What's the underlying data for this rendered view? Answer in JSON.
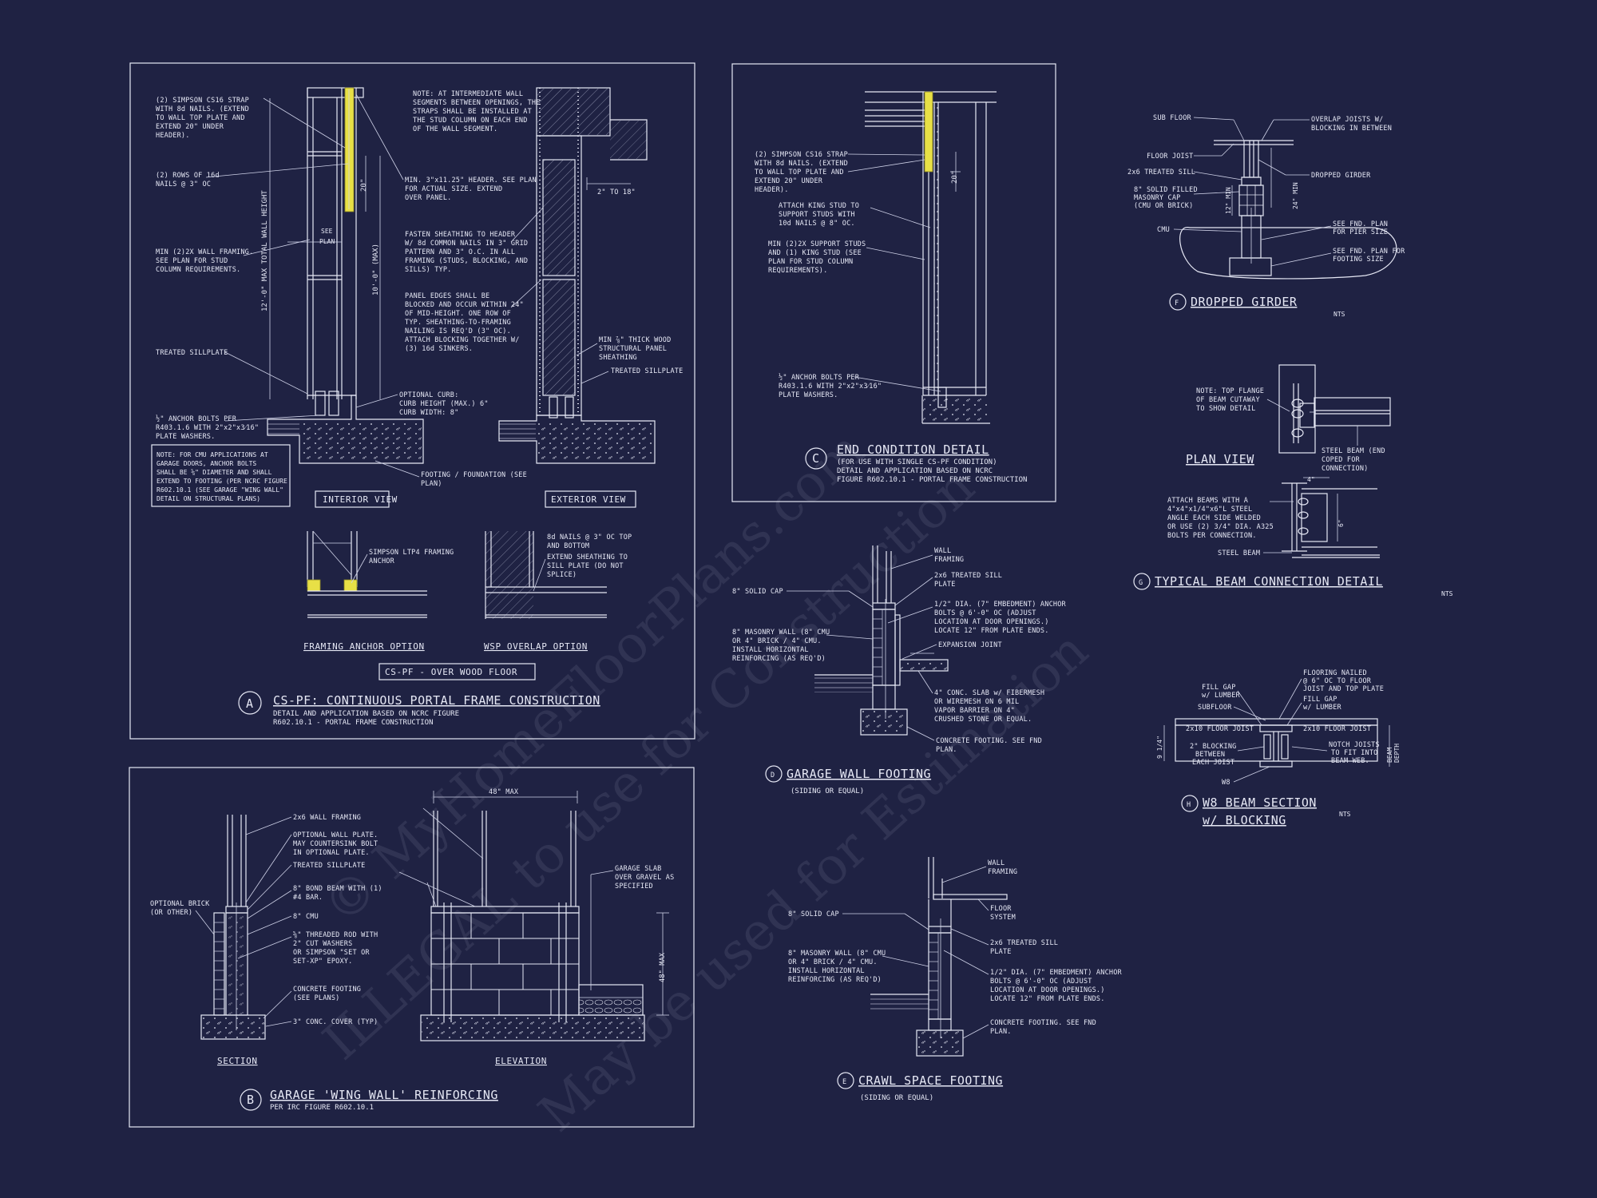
{
  "watermark": {
    "line1": "© MyHomeFloorPlans.com",
    "line2": "ILLEGAL to use for Construction",
    "line3": "May be used for Estimation"
  },
  "detail_a": {
    "marker": "A",
    "title": "CS-PF: CONTINUOUS PORTAL FRAME CONSTRUCTION",
    "sub1": "DETAIL AND APPLICATION BASED ON NCRC FIGURE",
    "sub2": "R602.10.1 - PORTAL FRAME CONSTRUCTION",
    "note_strap": [
      "(2) SIMPSON CS16 STRAP",
      "WITH 8d NAILS. (EXTEND",
      "TO WALL TOP PLATE AND",
      "EXTEND 20\" UNDER",
      "HEADER)."
    ],
    "note_nails": [
      "(2) ROWS OF 16d",
      "NAILS @ 3\" OC"
    ],
    "note_framing": [
      "MIN (2)2X WALL FRAMING.",
      "SEE PLAN FOR STUD",
      "COLUMN REQUIREMENTS."
    ],
    "note_sill": "TREATED SILLPLATE",
    "note_anchor": [
      "½\" ANCHOR BOLTS PER",
      "R403.1.6 WITH 2\"x2\"x3⁄16\"",
      "PLATE WASHERS."
    ],
    "note_cmu": [
      "NOTE: FOR CMU APPLICATIONS AT",
      "GARAGE DOORS, ANCHOR BOLTS",
      "SHALL BE ⅝\" DIAMETER AND SHALL",
      "EXTEND TO FOOTING (PER NCRC FIGURE",
      "R602.10.1 (SEE GARAGE \"WING WALL\"",
      "DETAIL ON STRUCTURAL PLANS)"
    ],
    "note_intermediate": [
      "NOTE: AT INTERMEDIATE WALL",
      "SEGMENTS BETWEEN OPENINGS, THE",
      "STRAPS SHALL BE INSTALLED AT",
      "THE STUD COLUMN ON EACH END",
      "OF THE WALL SEGMENT."
    ],
    "note_header": [
      "MIN. 3\"x11.25\" HEADER. SEE PLAN",
      "FOR ACTUAL SIZE. EXTEND",
      "OVER PANEL."
    ],
    "note_fasten": [
      "FASTEN SHEATHING TO HEADER",
      "W/ 8d COMMON NAILS IN 3\" GRID",
      "PATTERN AND 3\" O.C. IN ALL",
      "FRAMING (STUDS, BLOCKING, AND",
      "SILLS) TYP."
    ],
    "note_panel": [
      "PANEL EDGES SHALL BE",
      "BLOCKED AND OCCUR WITHIN 24\"",
      "OF MID-HEIGHT. ONE ROW OF",
      "TYP. SHEATHING-TO-FRAMING",
      "NAILING IS REQ'D (3\" OC).",
      "ATTACH BLOCKING TOGETHER W/",
      "(3) 16d SINKERS."
    ],
    "note_sheathing": [
      "MIN ⅞\" THICK WOOD",
      "STRUCTURAL PANEL",
      "SHEATHING"
    ],
    "note_sill2": "TREATED SILLPLATE",
    "note_curb": [
      "OPTIONAL CURB:",
      "CURB HEIGHT (MAX.) 6\"",
      "CURB WIDTH: 8\""
    ],
    "note_footing": [
      "FOOTING / FOUNDATION (SEE",
      "PLAN)"
    ],
    "dim_20": "20\"",
    "dim_10": "10'-0\" (MAX)",
    "dim_12": "12'-0\" MAX TOTAL WALL HEIGHT",
    "dim_2to18": "2\" TO 18\"",
    "see_plan": [
      "SEE",
      "PLAN"
    ],
    "interior_view": "INTERIOR VIEW",
    "exterior_view": "EXTERIOR VIEW",
    "note_ltp4": [
      "SIMPSON LTP4 FRAMING",
      "ANCHOR"
    ],
    "note_8d": [
      "8d NAILS @ 3\" OC TOP",
      "AND BOTTOM"
    ],
    "note_extend": [
      "EXTEND SHEATHING TO",
      "SILL PLATE (DO NOT",
      "SPLICE)"
    ],
    "framing_anchor_option": "FRAMING ANCHOR OPTION",
    "wsp_overlap_option": "WSP OVERLAP OPTION",
    "cspf_box": "CS-PF - OVER WOOD FLOOR"
  },
  "detail_b": {
    "marker": "B",
    "title": "GARAGE 'WING WALL' REINFORCING",
    "sub": "PER IRC FIGURE R602.10.1",
    "n1": "2x6 WALL FRAMING",
    "n2": [
      "OPTIONAL WALL PLATE.",
      "MAY COUNTERSINK BOLT",
      "IN OPTIONAL PLATE."
    ],
    "n3": "TREATED SILLPLATE",
    "n4": [
      "8\" BOND BEAM WITH (1)",
      "#4 BAR."
    ],
    "n5": "8\" CMU",
    "n6": [
      "⅝\" THREADED ROD WITH",
      "2\" CUT WASHERS",
      "OR SIMPSON \"SET OR",
      "SET-XP\" EPOXY."
    ],
    "n7": [
      "CONCRETE FOOTING",
      "(SEE PLANS)"
    ],
    "n8": "3\" CONC. COVER (TYP)",
    "n9": [
      "OPTIONAL BRICK",
      "(OR OTHER)"
    ],
    "n10": [
      "GARAGE SLAB",
      "OVER GRAVEL AS",
      "SPECIFIED"
    ],
    "dim_48": "48\" MAX",
    "dim_48v": "48\" MAX",
    "section": "SECTION",
    "elevation": "ELEVATION"
  },
  "detail_c": {
    "marker": "C",
    "title": "END CONDITION DETAIL",
    "sub1": "(FOR USE WITH SINGLE CS-PF CONDITION)",
    "sub2": "DETAIL AND APPLICATION BASED ON NCRC",
    "sub3": "FIGURE R602.10.1 - PORTAL FRAME CONSTRUCTION",
    "n1": [
      "(2) SIMPSON CS16 STRAP",
      "WITH 8d NAILS. (EXTEND",
      "TO WALL TOP PLATE AND",
      "EXTEND 20\" UNDER",
      "HEADER)."
    ],
    "n2": [
      "ATTACH KING STUD TO",
      "SUPPORT STUDS WITH",
      "10d NAILS @ 8\" OC."
    ],
    "n3": [
      "MIN (2)2X SUPPORT STUDS",
      "AND (1) KING STUD (SEE",
      "PLAN FOR STUD COLUMN",
      "REQUIREMENTS)."
    ],
    "n4": [
      "½\" ANCHOR BOLTS PER",
      "R403.1.6 WITH 2\"x2\"x3⁄16\"",
      "PLATE WASHERS."
    ],
    "dim_20": "20\""
  },
  "detail_d": {
    "marker": "D",
    "title": "GARAGE WALL FOOTING",
    "sub": "(SIDING OR EQUAL)",
    "n1": [
      "WALL",
      "FRAMING"
    ],
    "n2": [
      "2x6 TREATED SILL",
      "PLATE"
    ],
    "n3": [
      "1/2\" DIA. (7\" EMBEDMENT) ANCHOR",
      "BOLTS @ 6'-0\" OC (ADJUST",
      "LOCATION AT DOOR OPENINGS.)",
      "LOCATE 12\" FROM PLATE ENDS."
    ],
    "n4": "EXPANSION JOINT",
    "n5": [
      "4\" CONC. SLAB w/ FIBERMESH",
      "OR WIREMESH ON 6 MIL",
      "VAPOR BARRIER ON 4\"",
      "CRUSHED STONE OR EQUAL."
    ],
    "n6": [
      "CONCRETE FOOTING. SEE FND",
      "PLAN."
    ],
    "n7": "8\" SOLID CAP",
    "n8": [
      "8\" MASONRY WALL (8\" CMU",
      "OR 4\" BRICK / 4\" CMU.",
      "INSTALL HORIZONTAL",
      "REINFORCING (AS REQ'D)"
    ]
  },
  "detail_e": {
    "marker": "E",
    "title": "CRAWL SPACE FOOTING",
    "sub": "(SIDING OR EQUAL)",
    "n1": [
      "WALL",
      "FRAMING"
    ],
    "n2": [
      "FLOOR",
      "SYSTEM"
    ],
    "n3": [
      "2x6 TREATED SILL",
      "PLATE"
    ],
    "n4": [
      "1/2\" DIA. (7\" EMBEDMENT) ANCHOR",
      "BOLTS @ 6'-0\" OC (ADJUST",
      "LOCATION AT DOOR OPENINGS.)",
      "LOCATE 12\" FROM PLATE ENDS."
    ],
    "n5": [
      "CONCRETE FOOTING. SEE FND",
      "PLAN."
    ],
    "n6": "8\" SOLID CAP",
    "n7": [
      "8\" MASONRY WALL (8\" CMU",
      "OR 4\" BRICK / 4\" CMU.",
      "INSTALL HORIZONTAL",
      "REINFORCING (AS REQ'D)"
    ]
  },
  "detail_f": {
    "marker": "F",
    "title": "DROPPED GIRDER",
    "nts": "NTS",
    "n1": "SUB FLOOR",
    "n2": [
      "OVERLAP JOISTS W/",
      "BLOCKING IN BETWEEN"
    ],
    "n3": "FLOOR JOIST",
    "n4": "2x6 TREATED SILL",
    "n5": "DROPPED GIRDER",
    "n6": [
      "8\" SOLID FILLED",
      "MASONRY CAP",
      "(CMU OR BRICK)"
    ],
    "n7": "CMU",
    "n8": [
      "SEE FND. PLAN",
      "FOR PIER SIZE"
    ],
    "n9": [
      "SEE FND. PLAN FOR",
      "FOOTING SIZE"
    ],
    "d1": "12\" MIN",
    "d2": "24\" MIN"
  },
  "detail_g": {
    "marker": "G",
    "title": "TYPICAL BEAM CONNECTION DETAIL",
    "nts": "NTS",
    "plan_view": "PLAN VIEW",
    "n1": [
      "NOTE: TOP FLANGE",
      "OF BEAM CUTAWAY",
      "TO SHOW DETAIL"
    ],
    "n2": [
      "STEEL BEAM (END",
      "COPED FOR",
      "CONNECTION)"
    ],
    "n3": [
      "ATTACH BEAMS WITH A",
      "4\"x4\"x1/4\"x6\"L STEEL",
      "ANGLE EACH SIDE WELDED",
      "OR USE (2) 3/4\" DIA. A325",
      "BOLTS PER CONNECTION."
    ],
    "n4": "STEEL BEAM",
    "d1": "4\"",
    "d2": "6\""
  },
  "detail_h": {
    "marker": "H",
    "title1": "W8 BEAM SECTION",
    "title2": "w/ BLOCKING",
    "nts": "NTS",
    "n1": [
      "FILL GAP",
      "w/ LUMBER"
    ],
    "n2": "SUBFLOOR",
    "n3": "2x10 FLOOR JOIST",
    "n4": [
      "2\" BLOCKING",
      "BETWEEN",
      "EACH JOIST"
    ],
    "n5": "W8",
    "n6": [
      "FLOORING NAILED",
      "@ 6\" OC TO FLOOR",
      "JOIST AND TOP PLATE"
    ],
    "n7": [
      "FILL GAP",
      "w/ LUMBER"
    ],
    "n8": "2x10 FLOOR JOIST",
    "n9": [
      "NOTCH JOISTS",
      "TO FIT INTO",
      "BEAM WEB."
    ],
    "d1": "9 1/4\"",
    "d2": [
      "BEAM",
      "DEPTH"
    ]
  },
  "colors": {
    "background": "#1f2243",
    "linework": "#e6e8f5",
    "strap": "#e8e046"
  }
}
